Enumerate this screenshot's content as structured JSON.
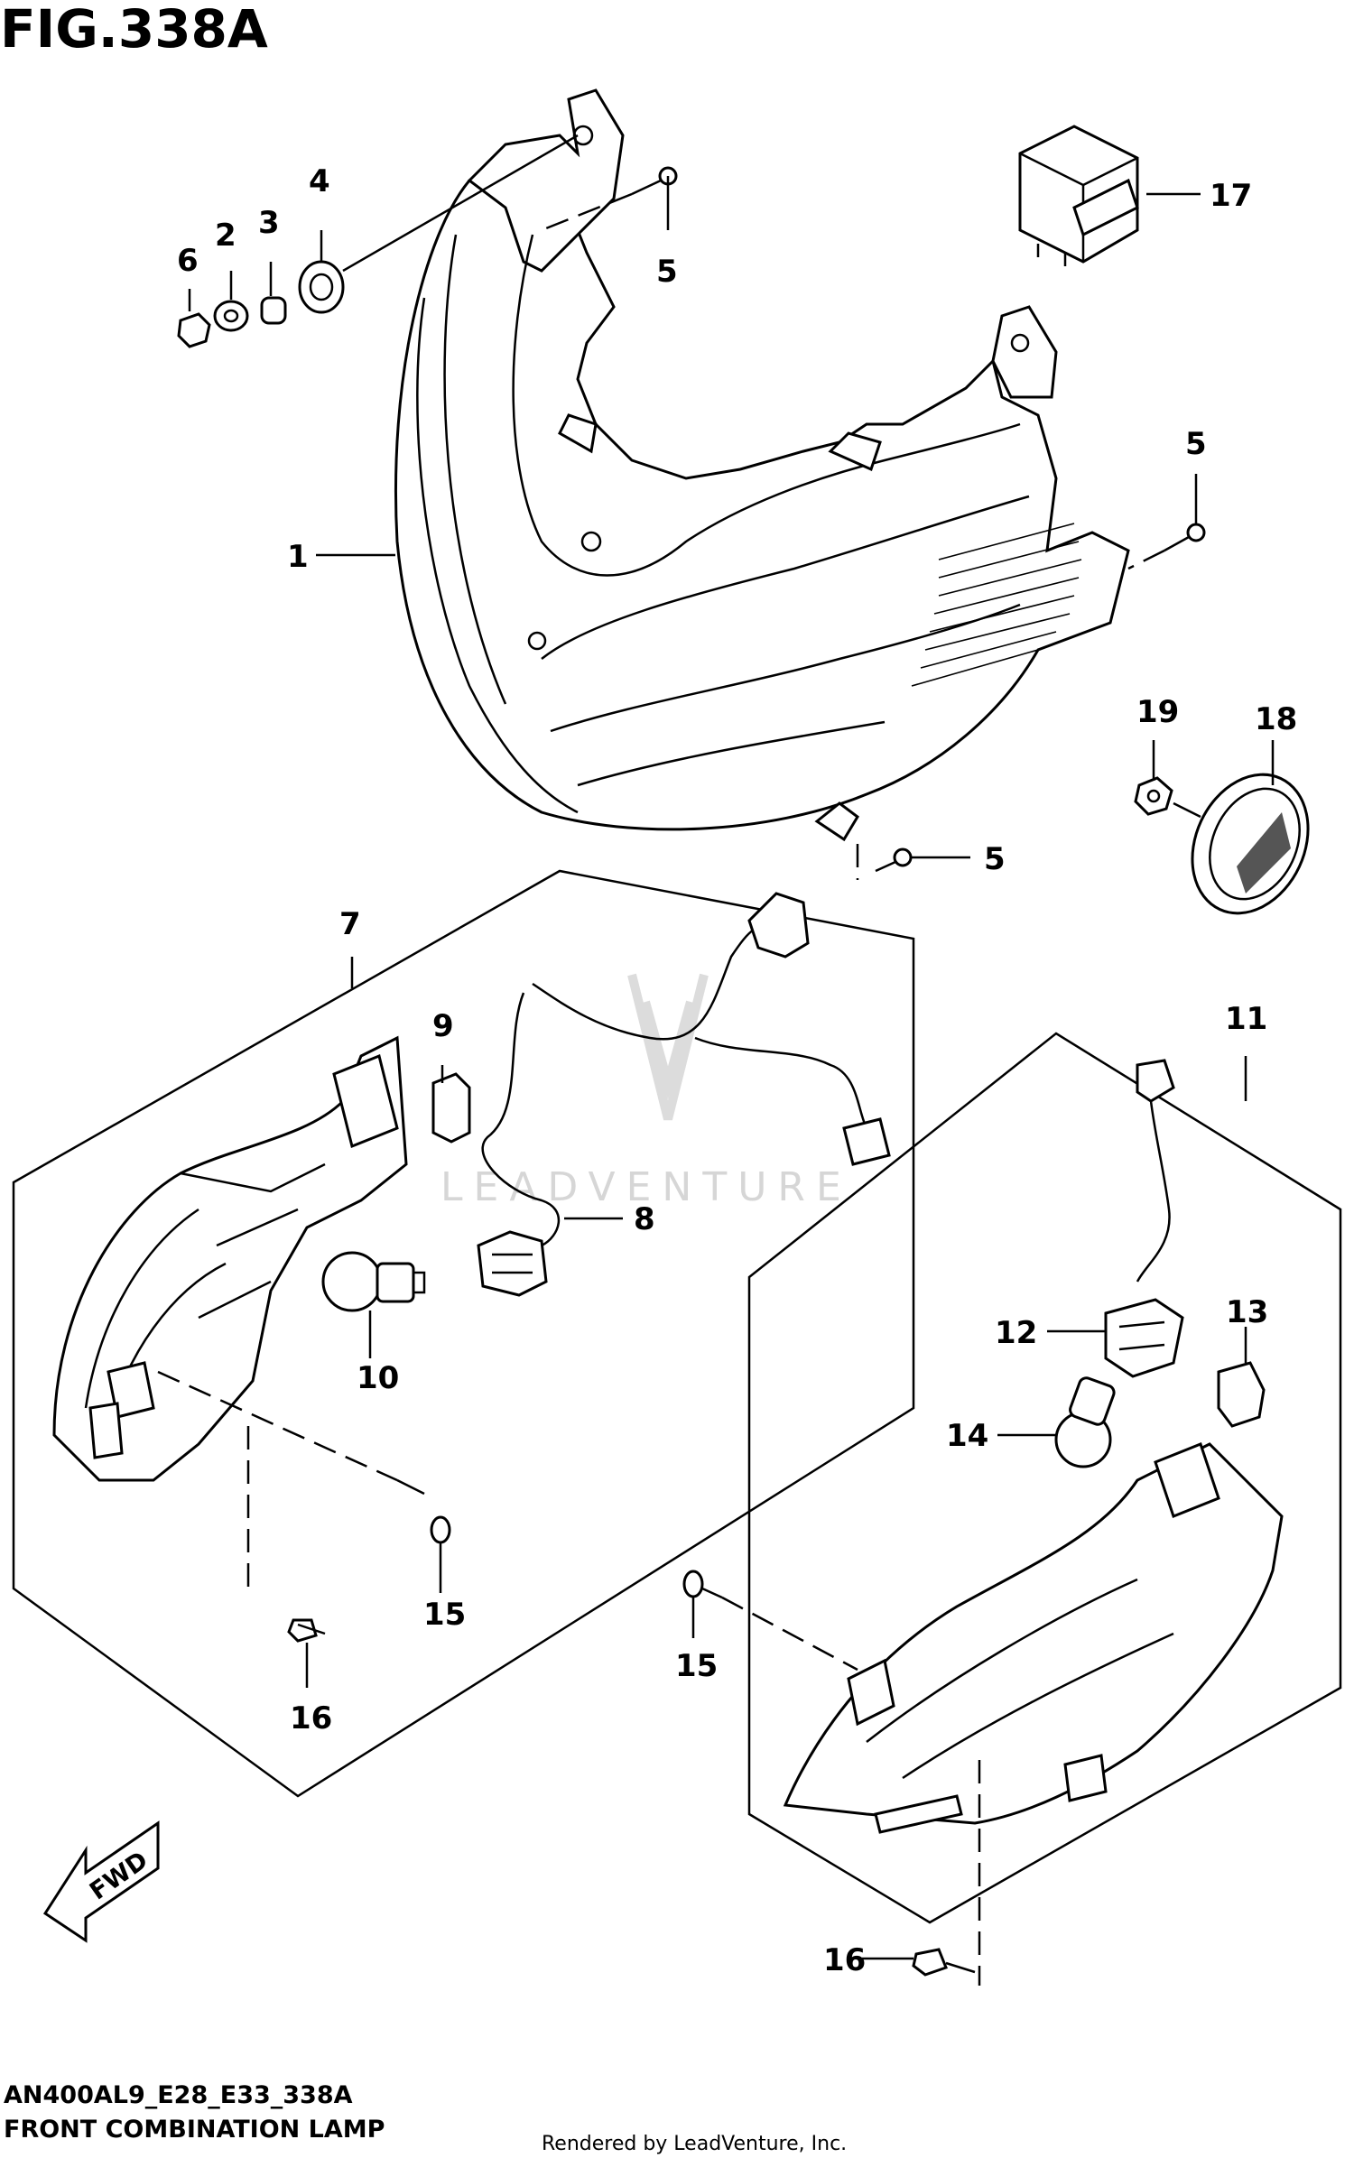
{
  "figure": {
    "title": "FIG.338A",
    "model_code": "AN400AL9_E28_E33_338A",
    "caption": "FRONT COMBINATION LAMP",
    "credit": "Rendered by LeadVenture, Inc.",
    "watermark": "LEADVENTURE",
    "fwd_label": "FWD"
  },
  "callouts": {
    "c1": "1",
    "c2": "2",
    "c3": "3",
    "c4": "4",
    "c5a": "5",
    "c5b": "5",
    "c5c": "5",
    "c6": "6",
    "c7": "7",
    "c8": "8",
    "c9": "9",
    "c10": "10",
    "c11": "11",
    "c12": "12",
    "c13": "13",
    "c14": "14",
    "c15a": "15",
    "c15b": "15",
    "c16a": "16",
    "c16b": "16",
    "c17": "17",
    "c18": "18",
    "c19": "19"
  }
}
